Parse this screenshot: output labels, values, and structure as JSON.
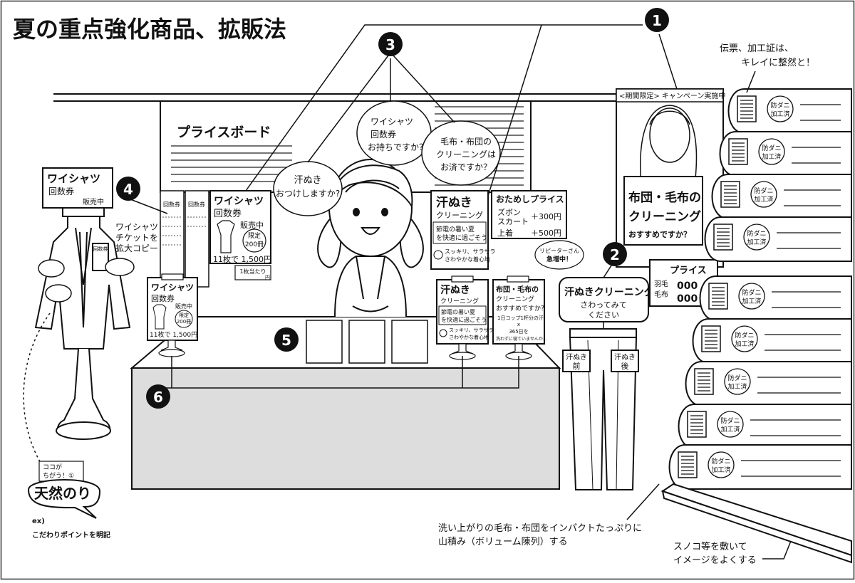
{
  "title": "夏の重点強化商品、拡販法",
  "numbers": [
    "1",
    "2",
    "3",
    "4",
    "5",
    "6"
  ],
  "price_board": {
    "label": "プライスボード"
  },
  "bubbles": {
    "sweat": [
      "汗ぬき",
      "おつけしますか?"
    ],
    "shirt": [
      "ワイシャツ",
      "回数券",
      "お持ちですか？"
    ],
    "blanket": [
      "毛布・布団の",
      "クリーニングは",
      "お済ですか？"
    ]
  },
  "shirt_ticket": {
    "title": "ワイシャツ",
    "sub": "回数券",
    "sale": "販売中",
    "limit1": "限定",
    "limit2": "200冊",
    "price": "11枚で 1,500円",
    "unit": "1枚当たり",
    "unit2": "円"
  },
  "shirt_ticket_small": {
    "title": "ワイシャツ",
    "sub": "回数券",
    "sale": "販売中",
    "limit1": "限定",
    "limit2": "200冊",
    "price": "11枚で 1,500円"
  },
  "ticket_stub": "回数券",
  "mannequin_sign": {
    "title": "ワイシャツ",
    "sub": "回数券",
    "sale": "販売中"
  },
  "mannequin_tag": "回数券",
  "copy_note": [
    "ワイシャツ",
    "チケットを",
    "拡大コピー"
  ],
  "sweat_poster": {
    "title": "汗ぬき",
    "sub": "クリーニング",
    "line1": "節電の暑い夏",
    "line2": "を快適に過ごそう",
    "line3": "スッキリ、サラサラ",
    "line4": "さわやかな着心地"
  },
  "trial_price": {
    "title": "おためしプライス",
    "item1": "ズボン",
    "item2": "スカート",
    "price1": "＋300円",
    "item3": "上着",
    "price3": "＋500円"
  },
  "blanket_sign": {
    "title1": "布団・毛布の",
    "title2": "クリーニング",
    "title3": "おすすめですか？",
    "line1": "1日コップ1杯分の汗",
    "line2": "x",
    "line3": "365日を",
    "line4": "洗わずに寝ていませんか…"
  },
  "repeater": [
    "リピーターさん",
    "急増中！"
  ],
  "touch_sign": {
    "title": "汗ぬきクリーニング",
    "line1": "さわってみて",
    "line2": "ください"
  },
  "pants_tags": {
    "before1": "汗ぬき",
    "before2": "前",
    "after1": "汗ぬき",
    "after2": "後"
  },
  "campaign": {
    "header": "<期間限定> キャンペーン実施中",
    "line1": "布団・毛布の",
    "line2": "クリーニング",
    "line3": "おすすめですか？"
  },
  "price_card": {
    "title": "プライス",
    "item1": "羽毛",
    "item2": "毛布",
    "val": "000"
  },
  "voucher_note": [
    "伝票、加工証は、",
    "キレイに整然と！"
  ],
  "anti_mite": [
    "防ダニ",
    "加工済"
  ],
  "natural_starch": {
    "note1": "ココが",
    "note2": "ちがう！①",
    "label": "天然のり"
  },
  "ex_note": [
    "ex)",
    "こだわりポイントを明記"
  ],
  "pile_note": [
    "洗い上がりの毛布・布団をインパクトたっぷりに",
    "山積み（ボリューム陳列）する"
  ],
  "sunoko_note": [
    "スノコ等を敷いて",
    "イメージをよくする"
  ]
}
